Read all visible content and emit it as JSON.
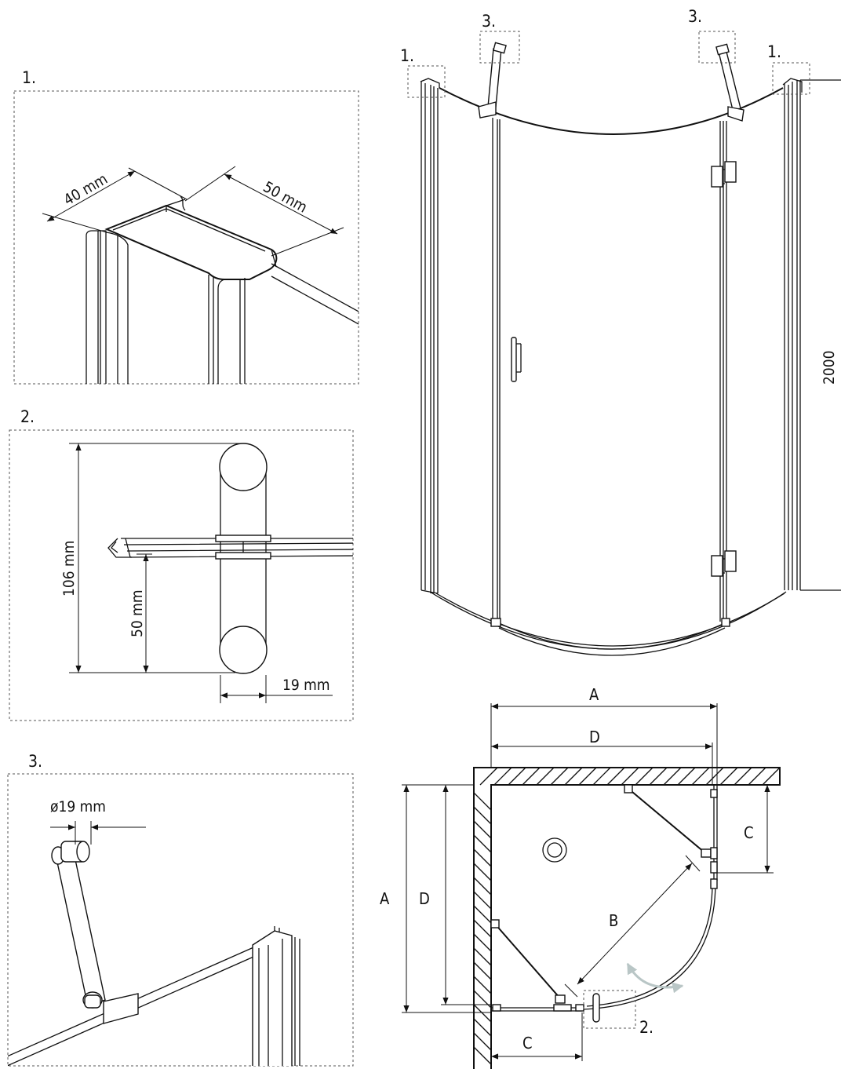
{
  "detail_1": {
    "number": "1.",
    "dim_depth": "40 mm",
    "dim_width": "50 mm"
  },
  "detail_2": {
    "number": "2.",
    "dim_total_height": "106 mm",
    "dim_lower_height": "50 mm",
    "dim_diameter": "19 mm"
  },
  "detail_3": {
    "number": "3.",
    "dim_diameter": "ø19 mm"
  },
  "elevation": {
    "callout_1_left": "1.",
    "callout_1_right": "1.",
    "callout_3_left": "3.",
    "callout_3_right": "3.",
    "height": "2000"
  },
  "plan": {
    "label_a_top": "A",
    "label_d_top": "D",
    "label_a_side": "A",
    "label_d_side": "D",
    "label_b": "B",
    "label_c_right": "C",
    "label_c_bottom": "C",
    "callout_2": "2."
  },
  "colors": {
    "line": "#111111",
    "dashed_box": "#555555",
    "swing_arrow": "#b9c6c6"
  }
}
